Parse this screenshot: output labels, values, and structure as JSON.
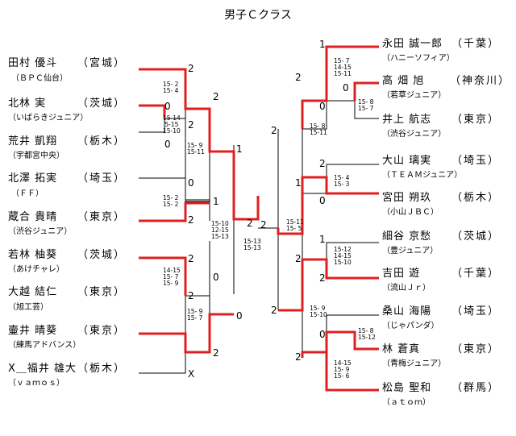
{
  "title": "男子Ｃクラス",
  "left": [
    {
      "name": "田村 優斗",
      "pref": "（宮城）",
      "club": "（ＢＰＣ仙台）"
    },
    {
      "name": "北林 実",
      "pref": "（茨城）",
      "club": "（いばらきジュニア）"
    },
    {
      "name": "荒井 凱翔",
      "pref": "（栃木）",
      "club": "（宇都宮中央）"
    },
    {
      "name": "北澤 拓実",
      "pref": "（埼玉）",
      "club": "（ＦＦ）"
    },
    {
      "name": "蔵合 貴晴",
      "pref": "（東京）",
      "club": "（渋谷ジュニア）"
    },
    {
      "name": "若林 柚葵",
      "pref": "（茨城）",
      "club": "（あけチャレ）"
    },
    {
      "name": "大越 結仁",
      "pref": "（東京）",
      "club": "（旭工芸）"
    },
    {
      "name": "壷井 晴葵",
      "pref": "（東京）",
      "club": "（練馬アドバンス）"
    },
    {
      "name": "X＿福井 雄大",
      "pref": "（栃木）",
      "club": "（ｖａｍｏｓ）"
    }
  ],
  "right": [
    {
      "name": "永田 誠一郎",
      "pref": "（千葉）",
      "club": "（ハニーソフィア）"
    },
    {
      "name": "高 畑 旭",
      "pref": "（神奈川）",
      "club": "（若草ジュニア）"
    },
    {
      "name": "井上 航志",
      "pref": "（東京）",
      "club": "（渋谷ジュニア）"
    },
    {
      "name": "大山 璃実",
      "pref": "（埼玉）",
      "club": "（ＴＥＡＭジュニア）"
    },
    {
      "name": "宮田 朔玖",
      "pref": "（栃木）",
      "club": "（小山ＪＢＣ）"
    },
    {
      "name": "細谷 京愁",
      "pref": "（茨城）",
      "club": "（豊ジュニア）"
    },
    {
      "name": "吉田 遊",
      "pref": "（千葉）",
      "club": "（流山Ｊｒ）"
    },
    {
      "name": "桑山 海陽",
      "pref": "（埼玉）",
      "club": "（じゃパンダ）"
    },
    {
      "name": "林 蒼真",
      "pref": "（東京）",
      "club": "（青梅ジュニア）"
    },
    {
      "name": "松島 聖和",
      "pref": "（群馬）",
      "club": "（ａｔｏｍ）"
    }
  ],
  "results": [
    "2",
    "0",
    "2",
    "2",
    "0",
    "0",
    "1",
    "2",
    "1",
    "2",
    "0",
    "2",
    "2",
    "X",
    "2",
    "0",
    "1",
    "2",
    "0",
    "0",
    "2",
    "2",
    "1",
    "0",
    "2",
    "1",
    "2",
    "2",
    "2",
    "0",
    "2"
  ],
  "scores": [
    "15- 2\n15- 4",
    "15-14\n 5-15\n15-10",
    "15- 9\n15-11",
    "15- 2\n15- 2",
    "14-15\n15- 7\n15- 9",
    "15- 9\n15- 7",
    "15-10\n12-15\n15-13",
    "15-13\n15-13",
    "15- 7\n14-15\n15-11",
    "15- 8\n15- 7",
    "15- 8\n15-11",
    "15- 4\n15- 3",
    "15-11\n15- 5",
    "15-12\n14-15\n15-10",
    "15- 9\n15-10",
    "15- 8\n15-12",
    "14-15\n15- 9\n15- 6"
  ]
}
